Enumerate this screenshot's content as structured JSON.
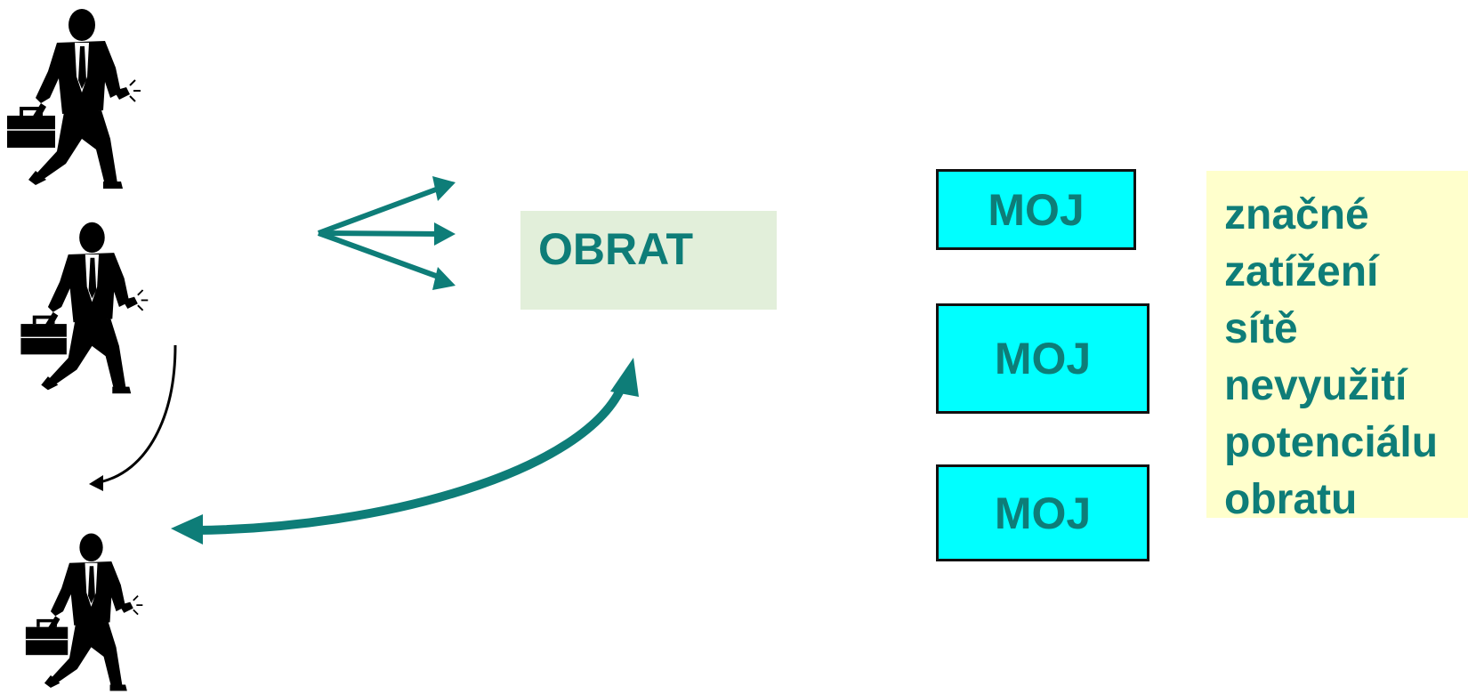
{
  "diagram": {
    "center_box": {
      "label": "OBRAT"
    },
    "moj_boxes": [
      {
        "label": "MOJ"
      },
      {
        "label": "MOJ"
      },
      {
        "label": "MOJ"
      }
    ],
    "note": {
      "lines": [
        "značné",
        "zatížení",
        "sítě",
        "nevyužití",
        "potenciálu",
        "obratu"
      ]
    },
    "figures": [
      {
        "icon": "businessman-icon"
      },
      {
        "icon": "businessman-icon"
      },
      {
        "icon": "businessman-icon"
      }
    ],
    "colors": {
      "accent": "#0e7d78",
      "moj_fill": "#00ffff",
      "center_fill": "#e2efda",
      "note_fill": "#ffffcc",
      "figure": "#000000"
    }
  }
}
